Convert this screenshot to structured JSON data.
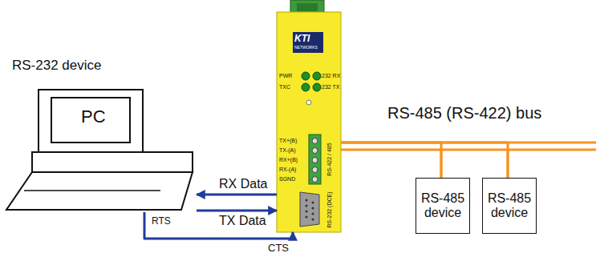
{
  "diagram": {
    "nodes": [
      {
        "text": [
          "RS-232 device",
          "PC"
        ]
      },
      {
        "text": [
          "KTI",
          "NETWORKS",
          "PWR",
          "TXC",
          "232 RX",
          "232 TX",
          "TX+(B)",
          "TX-(A)",
          "RX+(B)",
          "RX-(A)",
          "SGND",
          "RS-422 / 485",
          "RS-232 (DCE)"
        ]
      },
      {
        "text": [
          "RS-485 device"
        ]
      },
      {
        "text": [
          "RS-485 device"
        ]
      }
    ],
    "edges": [
      {
        "from": 1,
        "to": 0,
        "label": "RX Data",
        "arrow": "to"
      },
      {
        "from": 0,
        "to": 1,
        "label": "TX Data",
        "arrow": "to"
      },
      {
        "from": 0,
        "to": 1,
        "arrow": "to"
      },
      {
        "from": 1,
        "to": 2,
        "arrow": "none"
      },
      {
        "from": 1,
        "to": 3,
        "arrow": "none"
      }
    ],
    "labels": [
      "RS-485 (RS-422) bus",
      "RTS",
      "CTS"
    ]
  }
}
